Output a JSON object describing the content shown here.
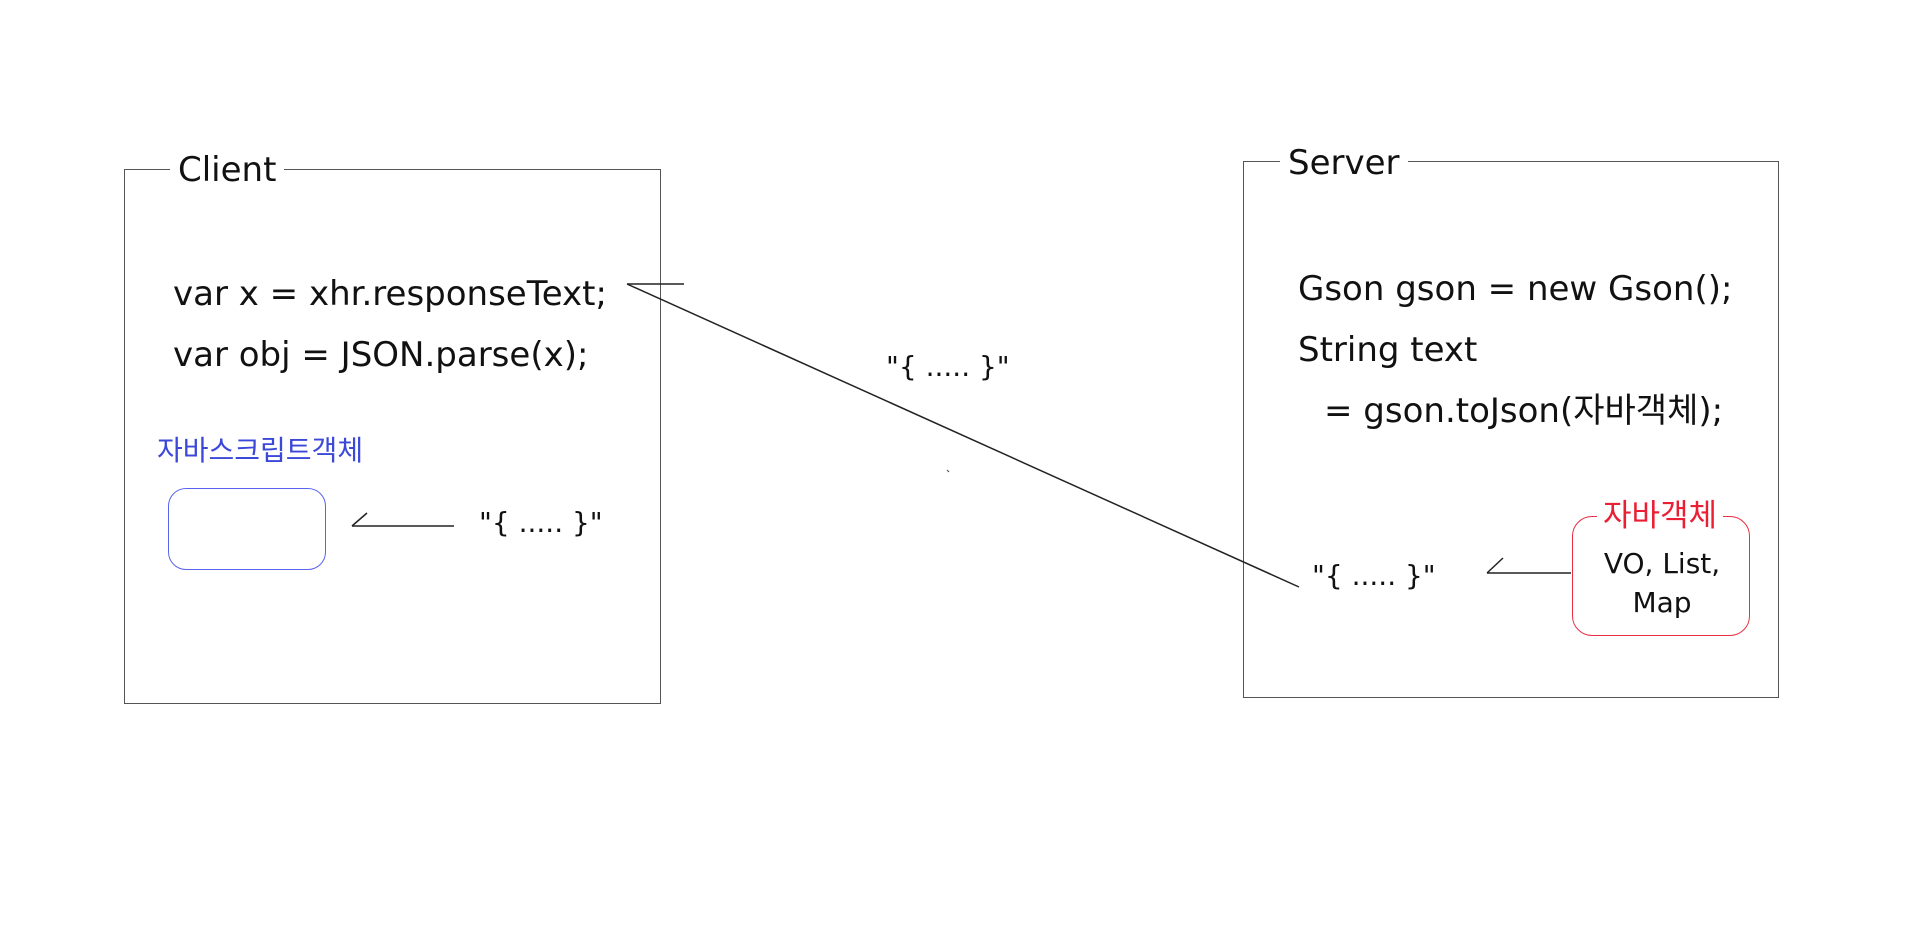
{
  "client": {
    "title": "Client",
    "code": [
      "var x = xhr.responseText;",
      "var obj = JSON.parse(x);"
    ],
    "js_object_label": "자바스크립트객체",
    "string_payload": "\"{ ..... }\""
  },
  "middle": {
    "string_payload": "\"{ ..... }\""
  },
  "server": {
    "title": "Server",
    "code": [
      "Gson gson = new Gson();",
      "String text",
      "= gson.toJson(자바객체);"
    ],
    "string_payload": "\"{ ..... }\"",
    "java_object": {
      "title": "자바객체",
      "line1": "VO, List,",
      "line2": "Map"
    }
  },
  "colors": {
    "panel_border": "#555555",
    "js_label": "#3b48d8",
    "js_box_border": "#5a63ef",
    "java_title": "#ea1f34",
    "java_box_border": "#ea2e43"
  }
}
